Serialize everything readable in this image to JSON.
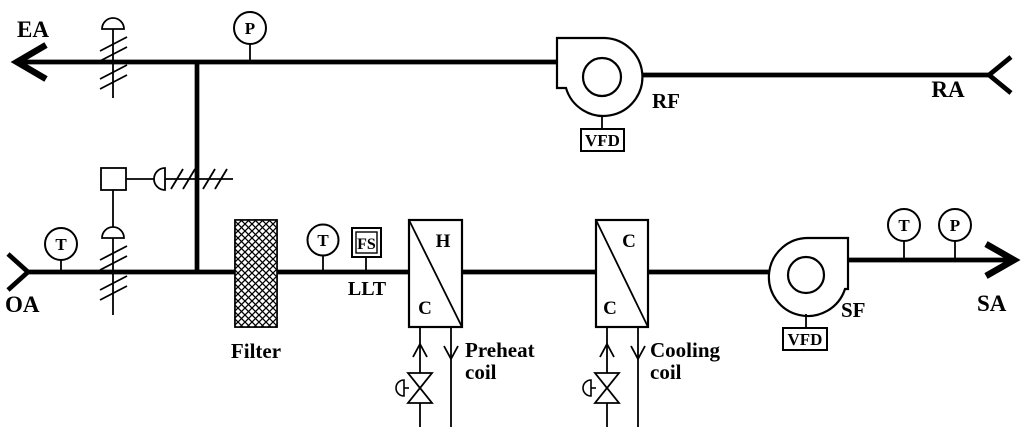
{
  "diagram": {
    "labels": {
      "ea": "EA",
      "ra": "RA",
      "oa": "OA",
      "sa": "SA"
    },
    "fans": {
      "return_fan": {
        "label": "RF",
        "drive": "VFD"
      },
      "supply_fan": {
        "label": "SF",
        "drive": "VFD"
      }
    },
    "filter": {
      "label": "Filter"
    },
    "sensors": {
      "pressure": "P",
      "temperature": "T",
      "flow_switch": "FS",
      "low_limit": "LLT"
    },
    "coils": {
      "preheat": {
        "hot": "H",
        "cold": "C",
        "caption": [
          "Preheat",
          "coil"
        ]
      },
      "cooling": {
        "top": "C",
        "bottom": "C",
        "caption": [
          "Cooling",
          "coil"
        ]
      }
    },
    "colors": {
      "ink": "#000000",
      "background": "#ffffff"
    }
  }
}
